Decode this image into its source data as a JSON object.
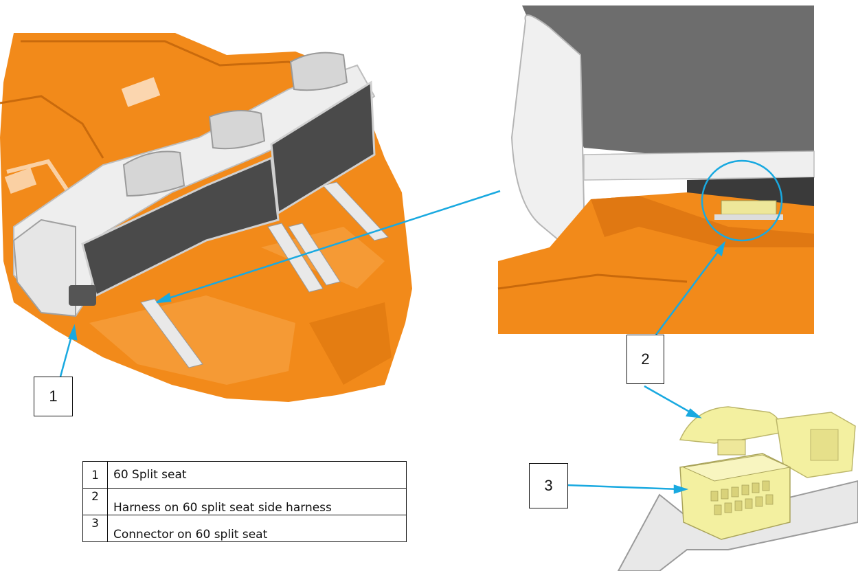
{
  "callouts": {
    "c1": "1",
    "c2": "2",
    "c3": "3"
  },
  "legend": {
    "rows": [
      {
        "num": "1",
        "desc": "60 Split seat"
      },
      {
        "num": "2",
        "desc": "Harness on 60 split seat side harness"
      },
      {
        "num": "3",
        "desc": "Connector on 60 split seat"
      }
    ]
  },
  "colors": {
    "floor_orange": "#F28A1A",
    "seat_back": "#4a4a4a",
    "seat_cushion": "#f2f2f2",
    "arrow_blue": "#19A9E0",
    "connector_yellow": "#F3F0A0"
  }
}
